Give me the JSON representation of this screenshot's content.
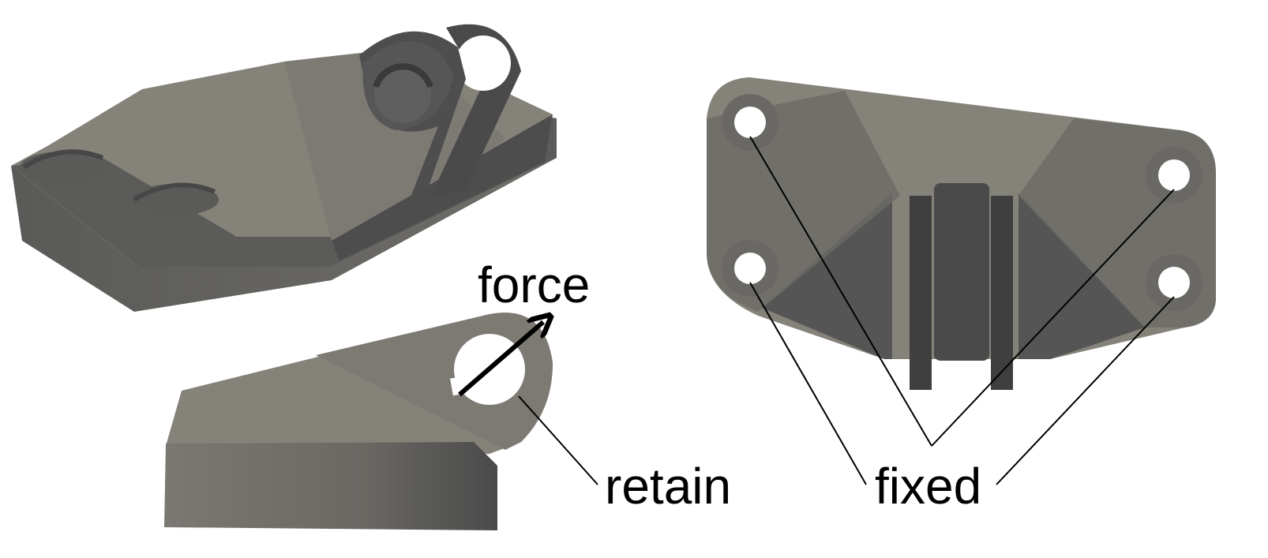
{
  "labels": {
    "force": "force",
    "retain": "retain",
    "fixed": "fixed"
  },
  "colors": {
    "background": "#ffffff",
    "part_light": "#858279",
    "part_mid": "#6c6a65",
    "part_dark": "#4c4c4c",
    "part_darkest": "#3f3f3f",
    "hole": "#ffffff",
    "line": "#000000"
  }
}
